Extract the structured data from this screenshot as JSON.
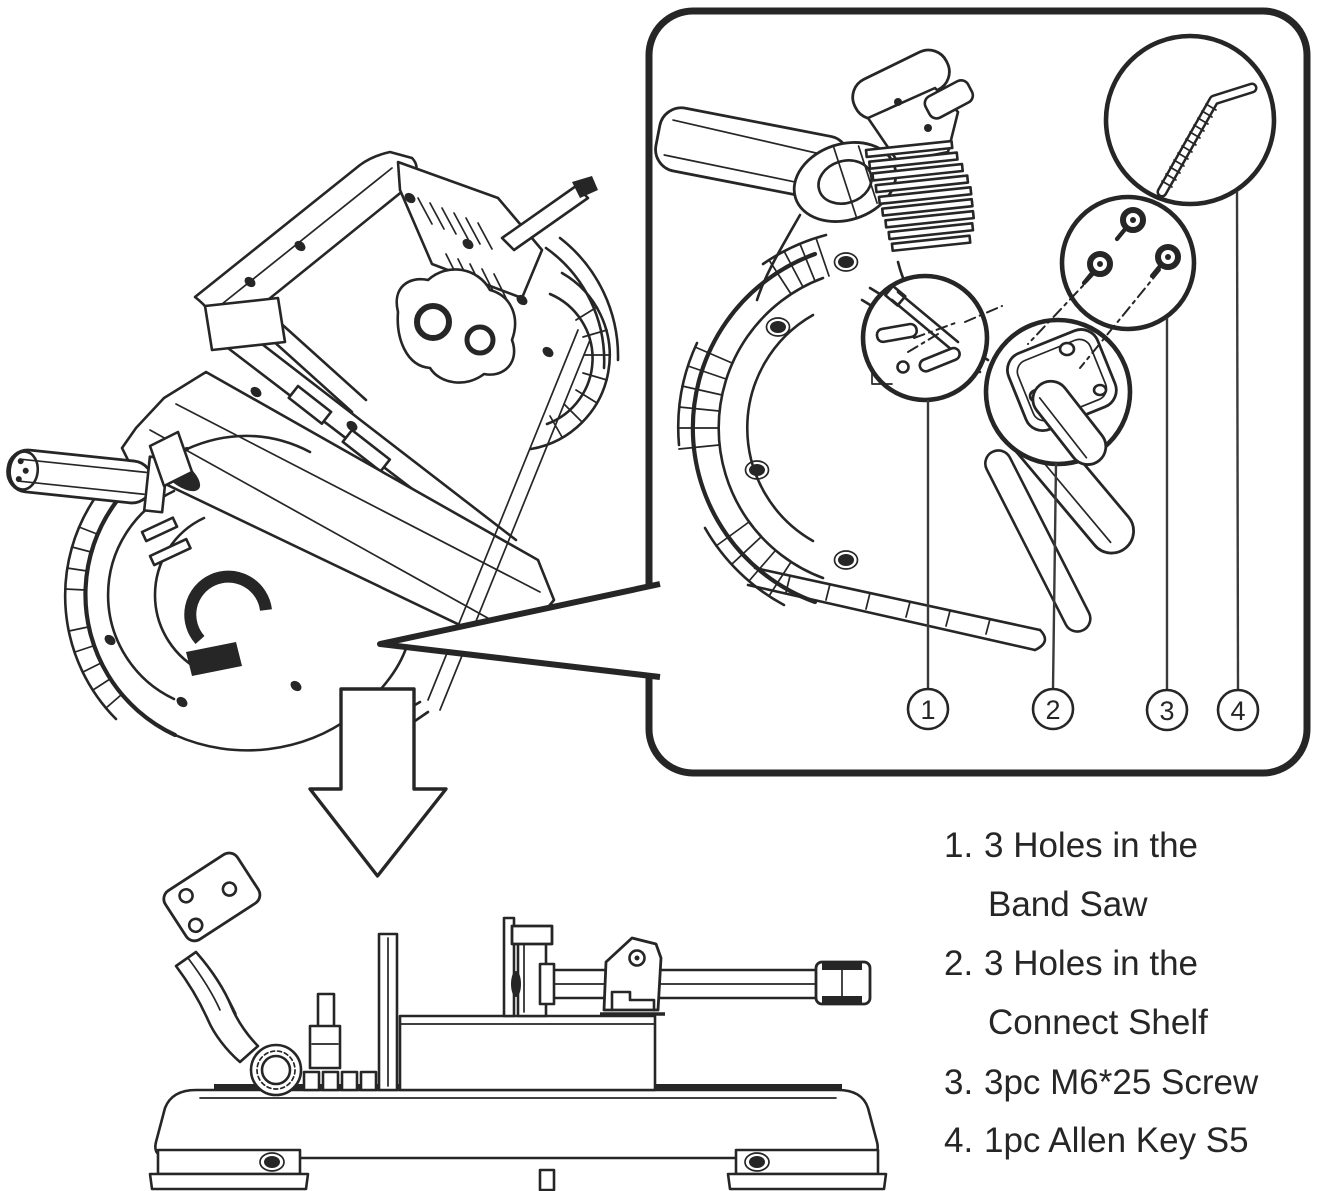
{
  "page": {
    "background": "#ffffff",
    "line_color": "#262626",
    "description": "Band saw to stand assembly instruction diagram"
  },
  "callout_box": {
    "callouts": [
      "1",
      "2",
      "3",
      "4"
    ]
  },
  "legend": {
    "items": [
      {
        "number": "1.",
        "lines": [
          "3 Holes in the",
          "Band Saw"
        ]
      },
      {
        "number": "2.",
        "lines": [
          "3 Holes in the",
          "Connect Shelf"
        ]
      },
      {
        "number": "3.",
        "lines": [
          "3pc M6*25 Screw"
        ]
      },
      {
        "number": "4.",
        "lines": [
          "1pc Allen Key S5"
        ]
      }
    ]
  }
}
